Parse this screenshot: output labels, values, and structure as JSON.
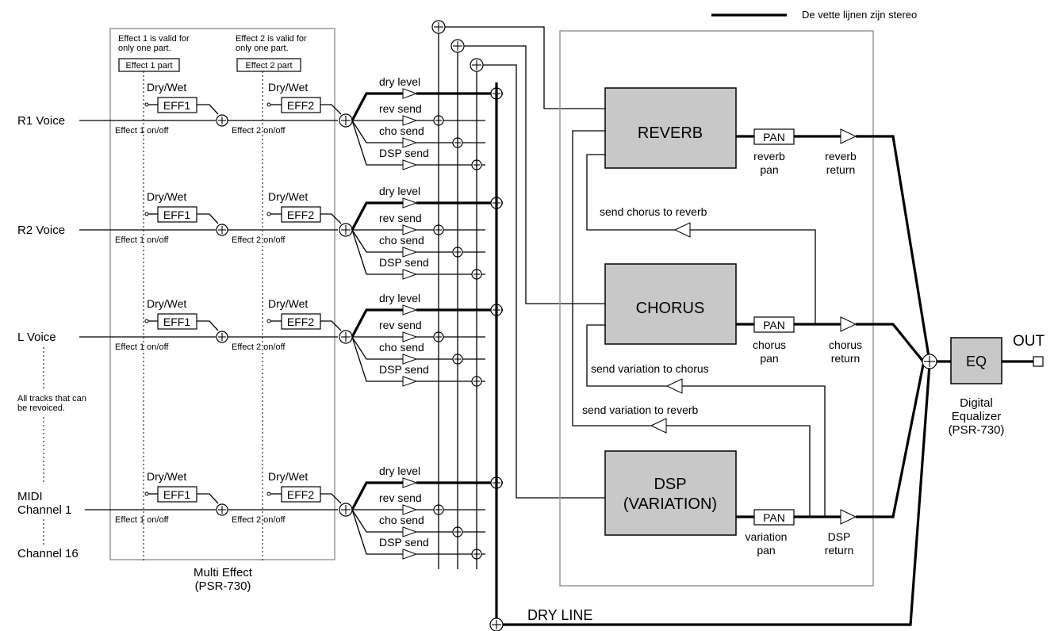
{
  "legend": "De vette lijnen zijn stereo",
  "multi_effect": {
    "label": "Multi Effect",
    "sublabel": "(PSR-730)",
    "note1": [
      "Effect 1 is valid for",
      "only one part."
    ],
    "note2": [
      "Effect 2 is valid for",
      "only one part."
    ],
    "part1": "Effect 1 part",
    "part2": "Effect 2 part"
  },
  "channels": [
    {
      "label": [
        "R1 Voice"
      ]
    },
    {
      "label": [
        "R2 Voice"
      ]
    },
    {
      "label": [
        "L Voice"
      ]
    },
    {
      "label": [
        "MIDI",
        "Channel 1"
      ]
    }
  ],
  "extra_labels": {
    "all_tracks": [
      "All tracks that can",
      "be revoiced."
    ],
    "channel16": "Channel 16"
  },
  "row_labels": {
    "dry_wet": "Dry/Wet",
    "eff1": "EFF1",
    "eff2": "EFF2",
    "effect1_onoff": "Effect 1 on/off",
    "effect2_onoff": "Effect 2 on/off"
  },
  "sends": [
    "dry level",
    "rev send",
    "cho send",
    "DSP send"
  ],
  "blocks": {
    "reverb": [
      "REVERB"
    ],
    "chorus": [
      "CHORUS"
    ],
    "dsp": [
      "DSP",
      "(VARIATION)"
    ]
  },
  "pan_label": "PAN",
  "pans": {
    "reverb": [
      "reverb",
      "pan"
    ],
    "chorus": [
      "chorus",
      "pan"
    ],
    "variation": [
      "variation",
      "pan"
    ]
  },
  "returns": {
    "reverb": [
      "reverb",
      "return"
    ],
    "chorus": [
      "chorus",
      "return"
    ],
    "dsp": [
      "DSP",
      "return"
    ]
  },
  "internal_sends": {
    "chorus_to_reverb": "send chorus to reverb",
    "variation_to_chorus": "send variation to chorus",
    "variation_to_reverb": "send variation to reverb"
  },
  "eq": {
    "label": "EQ",
    "caption": [
      "Digital",
      "Equalizer",
      "(PSR-730)"
    ]
  },
  "out": "OUT",
  "dry_line": "DRY LINE"
}
